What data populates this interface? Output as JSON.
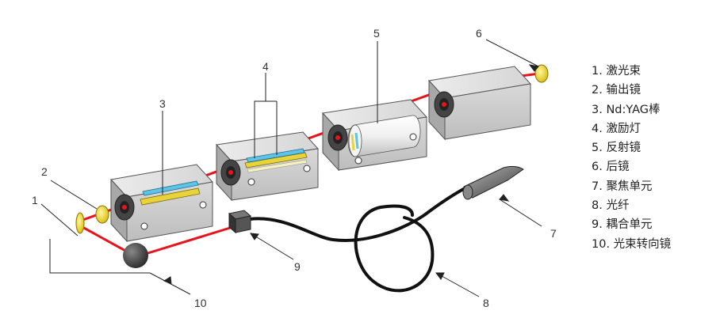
{
  "legend": [
    "1. 激光束",
    "2. 输出镜",
    "3. Nd:YAG棒",
    "4. 激励灯",
    "5. 反射镜",
    "6. 后镜",
    "7. 聚焦单元",
    "8. 光纤",
    "9. 耦合单元",
    "10. 光束转向镜"
  ],
  "callouts": [
    "1",
    "2",
    "3",
    "4",
    "5",
    "6",
    "7",
    "8",
    "9",
    "10"
  ],
  "colors": {
    "beam": "#e8141c",
    "box_front": "#cfcfcf",
    "box_top": "#e6e6e6",
    "box_side": "#b5b5b5",
    "rod_yellow": "#e8d43a",
    "lamp_cyan": "#5fc3e8",
    "mirror": "#f2dc2e",
    "fiber": "#111111"
  }
}
